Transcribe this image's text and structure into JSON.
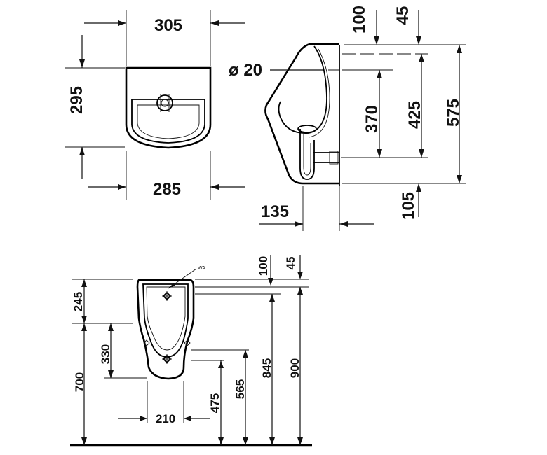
{
  "top_view": {
    "width_top": "305",
    "depth": "295",
    "width_bottom": "285"
  },
  "side_view": {
    "pipe_diameter": "ø 20",
    "dim_100": "100",
    "dim_45": "45",
    "dim_370": "370",
    "dim_425": "425",
    "dim_575": "575",
    "dim_135": "135",
    "dim_105": "105"
  },
  "front_view": {
    "label_wa": "WA",
    "dim_100": "100",
    "dim_45": "45",
    "dim_245": "245",
    "dim_330": "330",
    "dim_700": "700",
    "dim_210": "210",
    "dim_475": "475",
    "dim_565": "565",
    "dim_845": "845",
    "dim_900": "900"
  }
}
